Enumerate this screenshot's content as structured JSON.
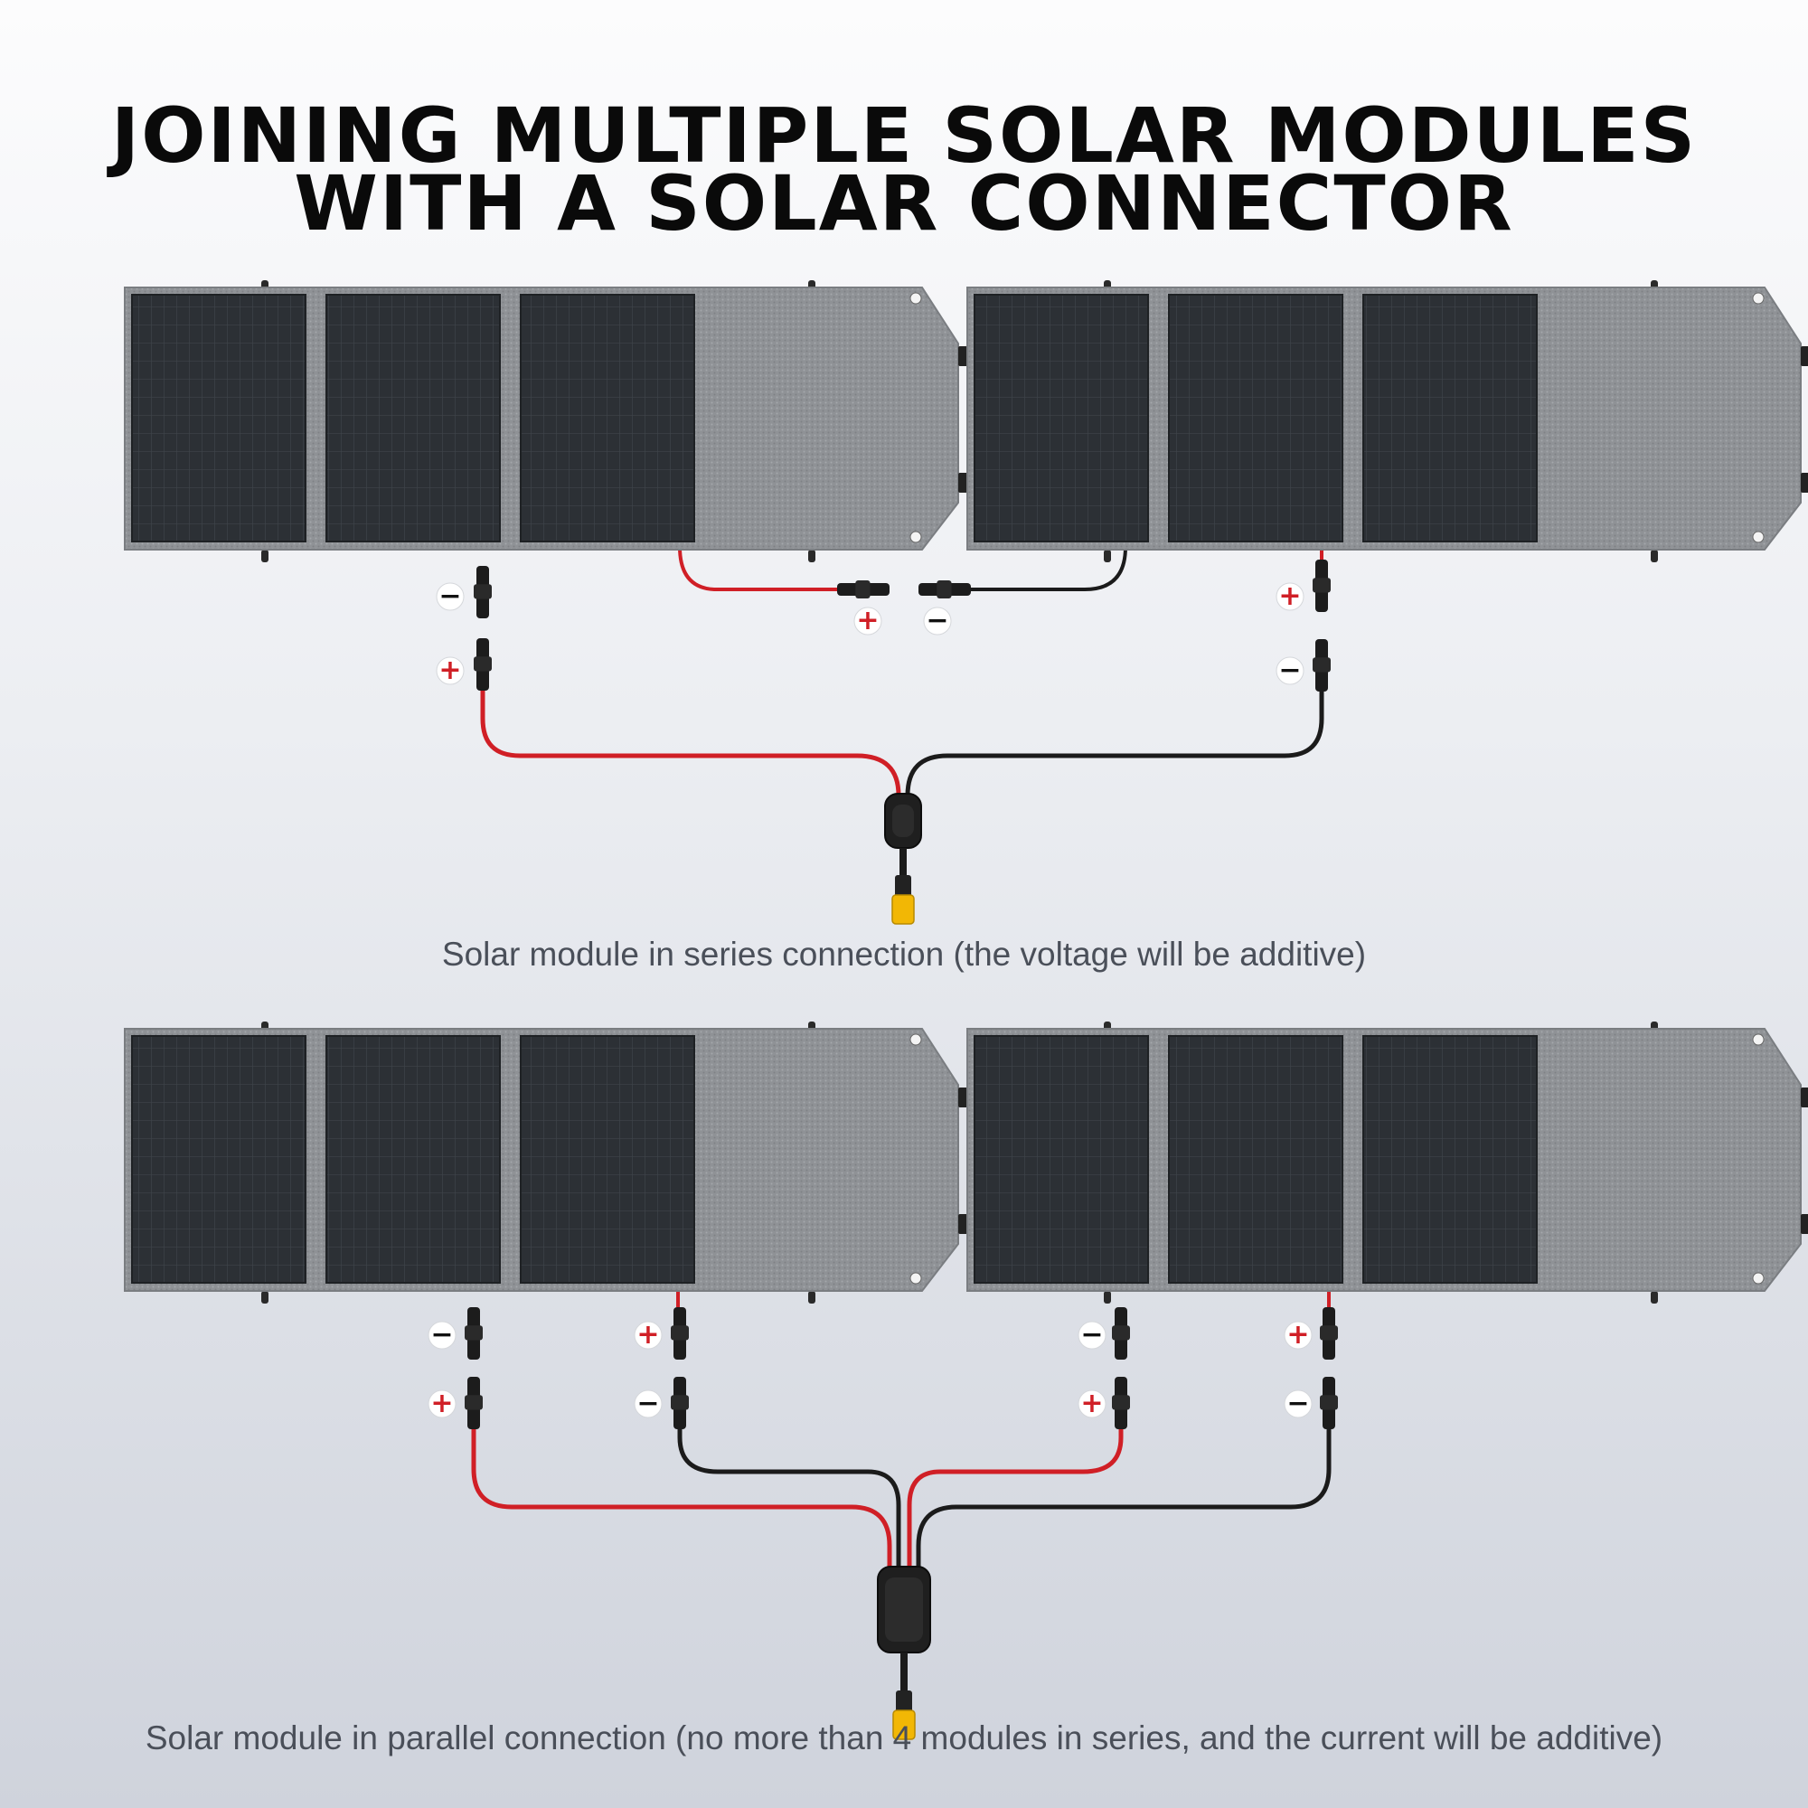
{
  "title": {
    "line1": "JOINING MULTIPLE SOLAR MODULES",
    "line2": "WITH A SOLAR CONNECTOR"
  },
  "series": {
    "caption": "Solar module in series connection (the voltage will be additive)"
  },
  "parallel": {
    "caption": "Solar module in parallel connection (no more than 4 modules in series, and the current will be additive)"
  },
  "symbols": {
    "plus": "+",
    "minus": "−"
  },
  "colors": {
    "positive_wire": "#d01f26",
    "negative_wire": "#1b1b1b",
    "panel_fabric": "#8f9296",
    "solar_cell": "#2c3035",
    "xt60_connector": "#f2b705"
  }
}
